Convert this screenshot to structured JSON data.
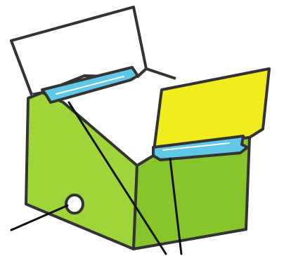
{
  "illustration": {
    "subject": "open-box-with-slot-handles",
    "style": "crayon-hand-drawn",
    "colors": {
      "outline": "#333333",
      "box_side_green": "#9ed63a",
      "box_side_green_dark": "#86c62a",
      "lid_yellow": "#f2ec1e",
      "lid_white": "#ffffff",
      "handle_blue": "#5ec8e6",
      "handle_blue_light": "#8fdcf0",
      "pointer_line": "#111111"
    },
    "parts": [
      "back-lid-flap",
      "right-lid-flap",
      "front-left-face",
      "front-right-face",
      "left-slot-handle",
      "right-slot-handle",
      "side-hole",
      "pointer-lines"
    ],
    "callout_count": 3,
    "callout_text": []
  }
}
